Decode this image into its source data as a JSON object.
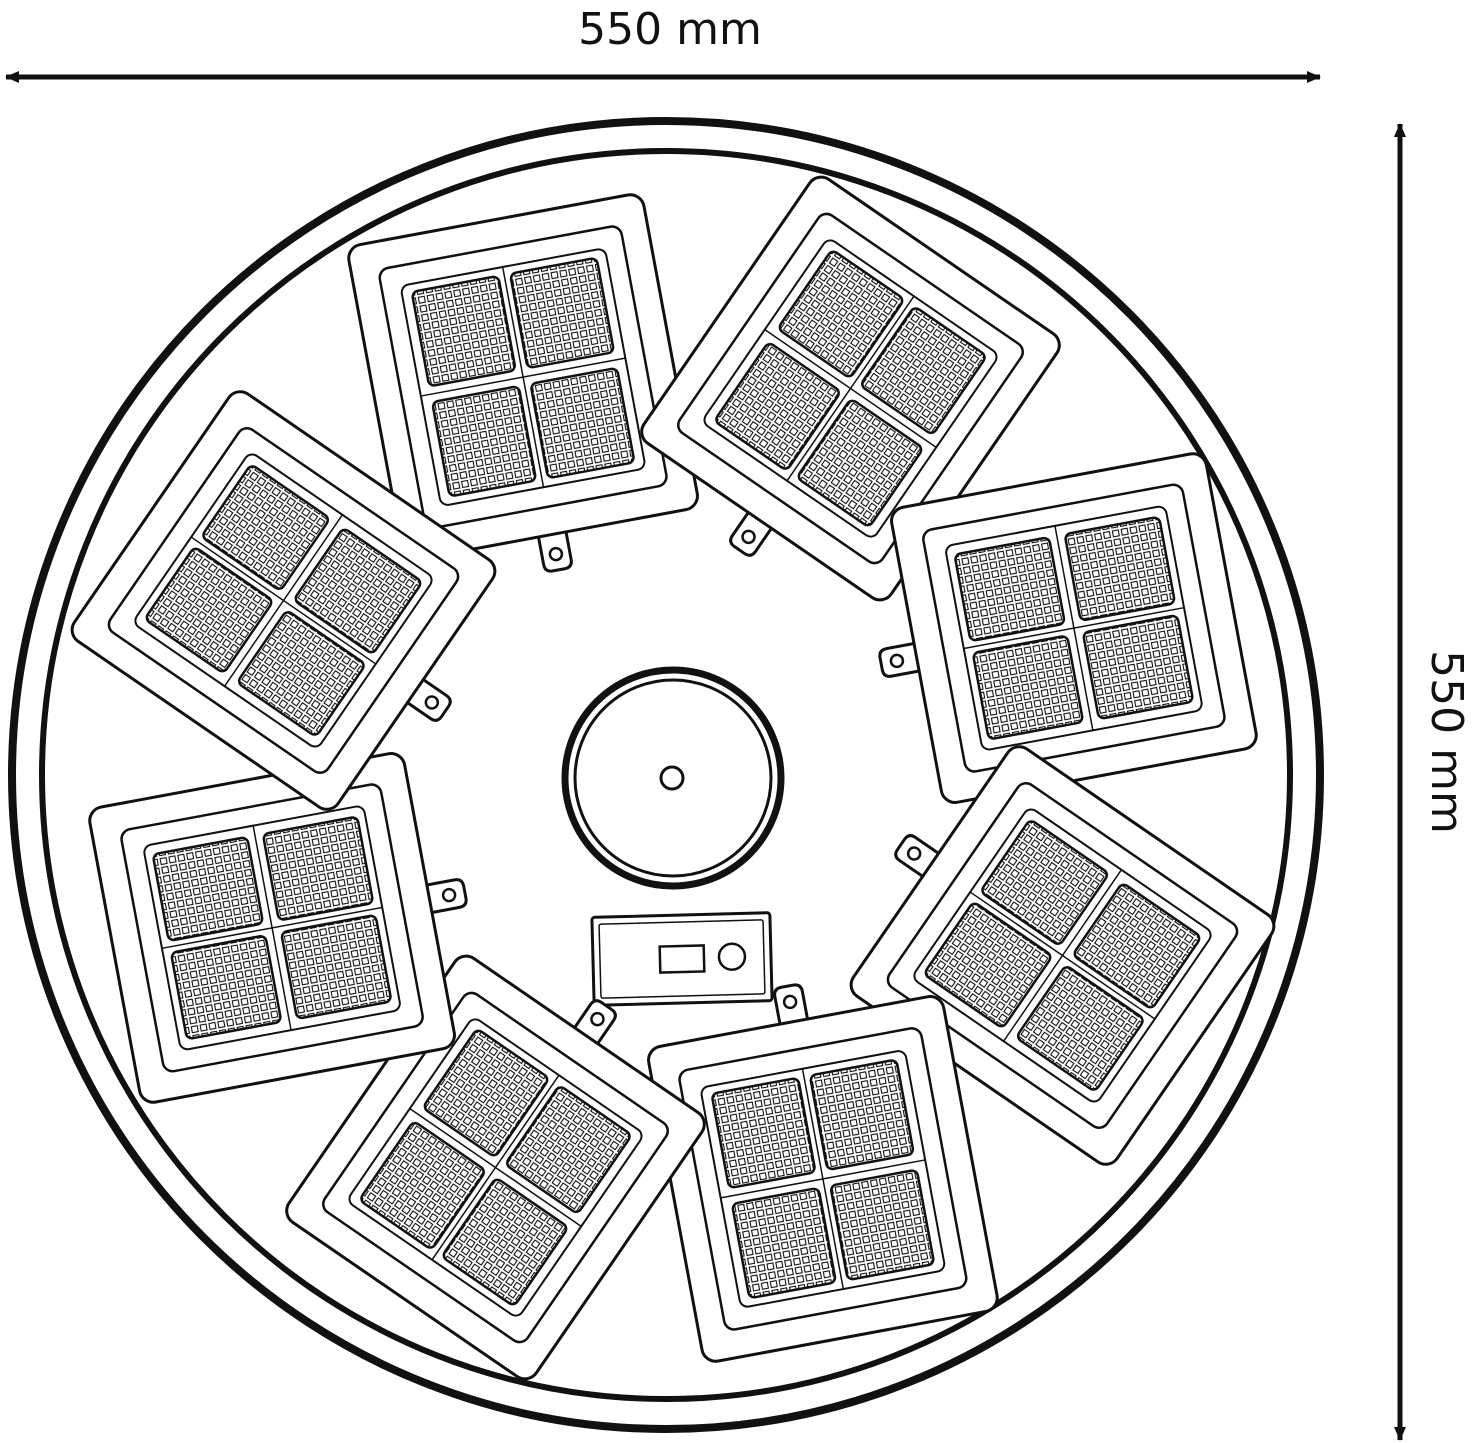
{
  "dimensions": {
    "width_label": "550 mm",
    "height_label": "550 mm"
  },
  "heater": {
    "panel_count": 8,
    "element_blocks_per_panel": 4
  },
  "colors": {
    "line": "#111111",
    "background": "#ffffff"
  }
}
